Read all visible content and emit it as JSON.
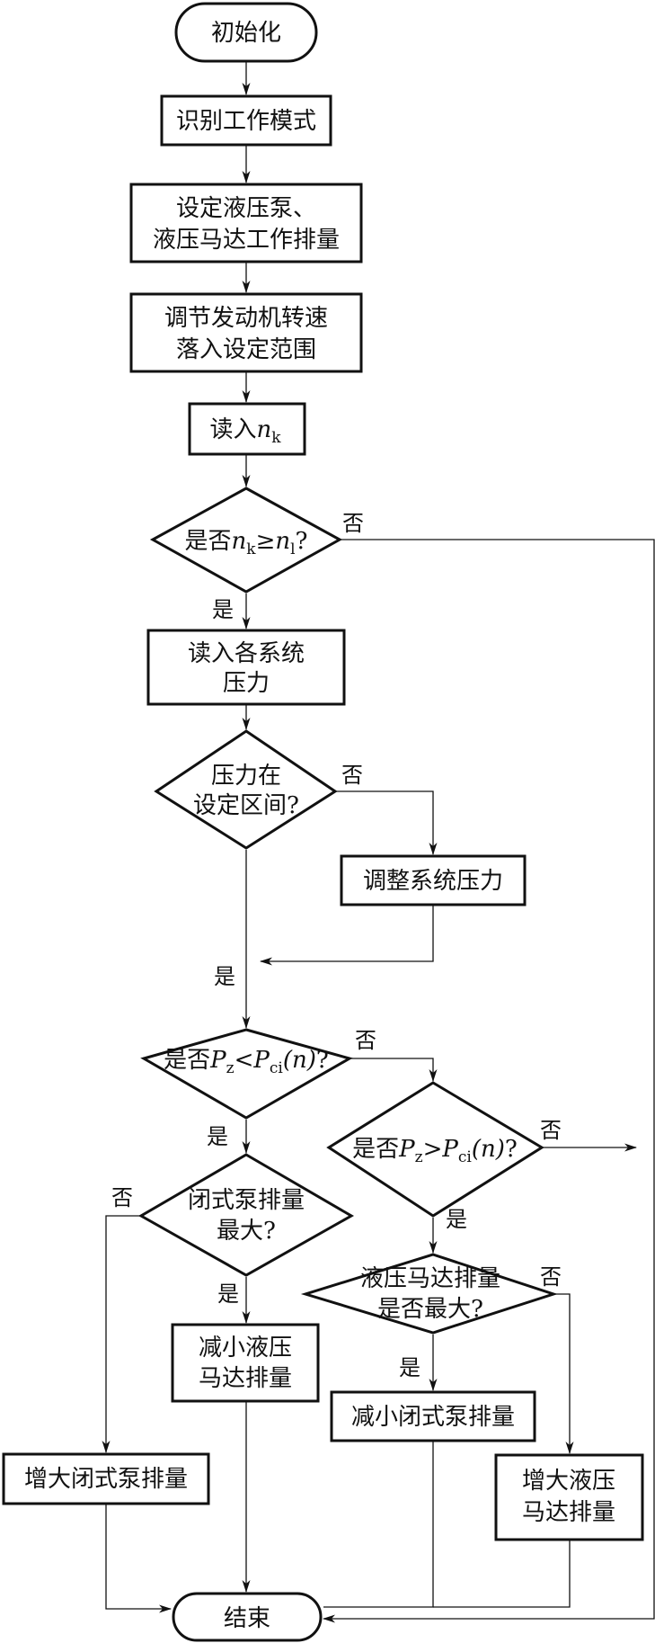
{
  "flowchart": {
    "start": {
      "text": "初始化"
    },
    "identify_mode": {
      "text": "识别工作模式"
    },
    "set_displacement": {
      "line1": "设定液压泵、",
      "line2": "液压马达工作排量"
    },
    "adjust_engine": {
      "line1": "调节发动机转速",
      "line2": "落入设定范围"
    },
    "read_nk": {
      "text": "读入",
      "var": "n",
      "sub": "k"
    },
    "decision_speed": {
      "prefix": "是否",
      "var1": "n",
      "sub1": "k",
      "op": "≥",
      "var2": "n",
      "sub2": "l",
      "suffix": "?"
    },
    "read_pressure": {
      "line1": "读入各系统",
      "line2": "压力"
    },
    "decision_pressure_range": {
      "line1": "压力在",
      "line2": "设定区间?"
    },
    "adjust_pressure": {
      "text": "调整系统压力"
    },
    "decision_pz_lt": {
      "prefix": "是否",
      "var1": "P",
      "sub1": "z",
      "op": "<",
      "var2": "P",
      "sub2": "ci",
      "arg": "(n)",
      "suffix": "?"
    },
    "decision_pz_gt": {
      "prefix": "是否",
      "var1": "P",
      "sub1": "z",
      "op": ">",
      "var2": "P",
      "sub2": "ci",
      "arg": "(n)",
      "suffix": "?"
    },
    "decision_closed_pump_max": {
      "line1": "闭式泵排量",
      "line2": "最大?"
    },
    "decision_motor_max": {
      "line1": "液压马达排量",
      "line2": "是否最大?"
    },
    "reduce_motor": {
      "line1": "减小液压",
      "line2": "马达排量"
    },
    "reduce_closed_pump": {
      "text": "减小闭式泵排量"
    },
    "increase_closed_pump": {
      "text": "增大闭式泵排量"
    },
    "increase_motor": {
      "line1": "增大液压",
      "line2": "马达排量"
    },
    "end": {
      "text": "结束"
    },
    "labels": {
      "yes": "是",
      "no": "否"
    }
  }
}
